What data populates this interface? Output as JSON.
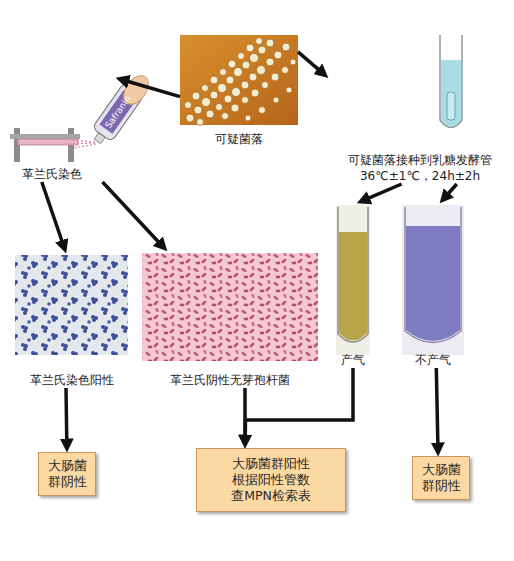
{
  "diagram": {
    "nodes": [
      {
        "text": [
          "可疑菌落"
        ]
      },
      {
        "text": [
          "可疑菌落接种到乳糖发酵管 36℃±1℃，24h±2h"
        ]
      },
      {
        "text": [
          "革兰氏染色"
        ]
      },
      {
        "text": [
          "革兰氏染色阳性"
        ]
      },
      {
        "text": [
          "革兰氏阴性无芽孢杆菌"
        ]
      },
      {
        "text": [
          "产气"
        ]
      },
      {
        "text": [
          "不产气"
        ]
      },
      {
        "text": [
          "大肠菌群阴性"
        ]
      },
      {
        "text": [
          "大肠菌群阳性 根据阳性管数 查MPN检索表"
        ]
      },
      {
        "text": [
          "大肠菌群阴性"
        ]
      }
    ],
    "edges": [
      {
        "from": 0,
        "to": 2,
        "arrow": "to"
      },
      {
        "from": 0,
        "to": 1,
        "arrow": "to"
      },
      {
        "from": 2,
        "to": 3,
        "arrow": "to"
      },
      {
        "from": 2,
        "to": 4,
        "arrow": "to"
      },
      {
        "from": 1,
        "to": 5,
        "arrow": "to"
      },
      {
        "from": 1,
        "to": 6,
        "arrow": "to"
      },
      {
        "from": 3,
        "to": 7,
        "arrow": "to"
      },
      {
        "from": 4,
        "to": 8,
        "arrow": "to"
      },
      {
        "from": 5,
        "to": 8,
        "arrow": "to"
      },
      {
        "from": 6,
        "to": 9,
        "arrow": "to"
      }
    ],
    "labels": [
      "Safranin"
    ]
  }
}
